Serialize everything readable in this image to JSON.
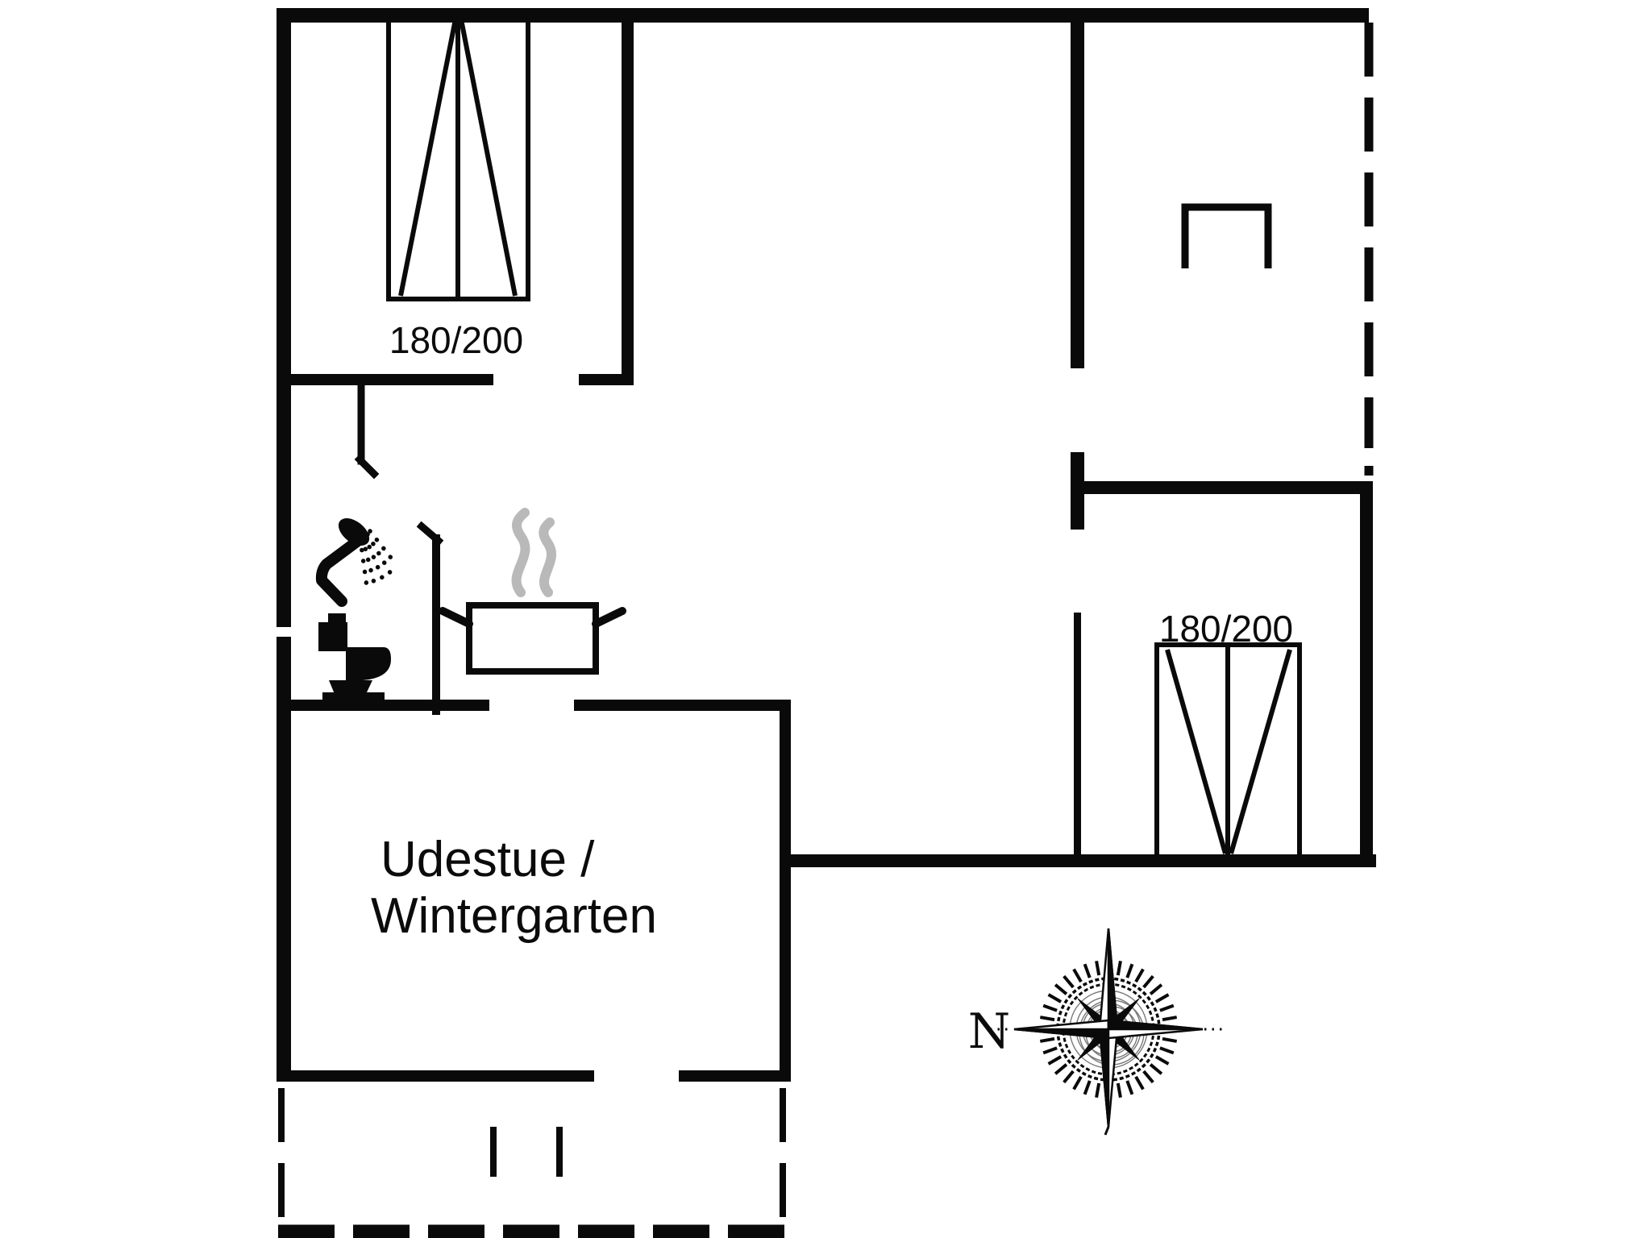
{
  "plan": {
    "type": "holiday-house floor plan",
    "background_color": "#ffffff",
    "wall_color": "#0a0a0a",
    "steam_color": "#b9b9b9",
    "text_color": "#0b0b0b",
    "labels": {
      "bed_top_left": "180/200",
      "bed_right": "180/200",
      "room_line1": "Udestue /",
      "room_line2": "Wintergarten",
      "compass_north": "N"
    },
    "icons": [
      "double-bed-icon (top-left bedroom, 180/200)",
      "double-bed-icon (right bedroom, 180/200)",
      "shower-icon",
      "toilet-icon",
      "cooking-pot-icon with steam",
      "u-shaped-furniture-icon (open rectangle, covered terrace)",
      "compass-rose-icon pointing North"
    ],
    "features": [
      "solid thick walls",
      "dashed boundary lines (open covered areas / terrace)",
      "door openings shown as wall gaps",
      "terrace door position tick marks"
    ]
  }
}
